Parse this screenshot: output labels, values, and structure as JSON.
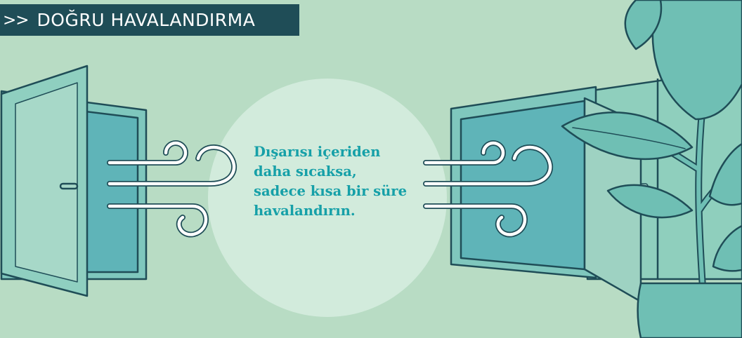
{
  "header": {
    "prefix": ">>",
    "title": "DOĞRU HAVALANDIRMA"
  },
  "message": {
    "lines": [
      "Dışarısı içeriden",
      "daha sıcaksa,",
      "sadece kısa bir süre",
      "havalandırın."
    ]
  },
  "colors": {
    "background": "#b8dcc4",
    "header_bg": "#1f4d57",
    "header_text": "#ffffff",
    "message_text": "#16a0a8",
    "outline": "#1f4d57",
    "glass": "#5fb4b8",
    "glass_light": "#9ed0c2",
    "leaf": "#6fbfb4",
    "circle": "#d2ebdc",
    "wind": "#ffffff"
  },
  "icons": [
    "wind-icon",
    "window-icon",
    "plant-icon"
  ]
}
